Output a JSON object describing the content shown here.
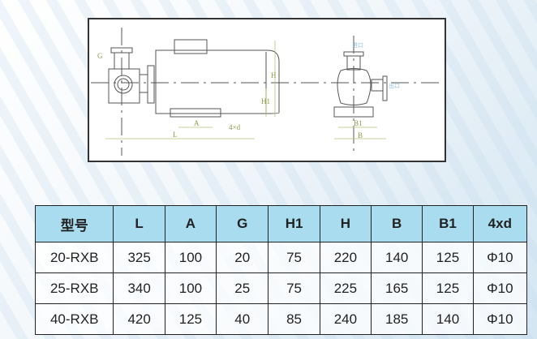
{
  "drawing": {
    "labels": {
      "G": "G",
      "L": "L",
      "A": "A",
      "H": "H",
      "H1": "H1",
      "d": "4×d",
      "B": "B",
      "B1": "B1",
      "inlet": "进口",
      "outlet": "出口"
    }
  },
  "table": {
    "headers": [
      "型号",
      "L",
      "A",
      "G",
      "H1",
      "H",
      "B",
      "B1",
      "4xd"
    ],
    "rows": [
      [
        "20-RXB",
        "325",
        "100",
        "20",
        "75",
        "220",
        "140",
        "125",
        "Φ10"
      ],
      [
        "25-RXB",
        "340",
        "100",
        "25",
        "75",
        "225",
        "165",
        "125",
        "Φ10"
      ],
      [
        "40-RXB",
        "420",
        "125",
        "40",
        "85",
        "240",
        "185",
        "140",
        "Φ10"
      ]
    ]
  }
}
